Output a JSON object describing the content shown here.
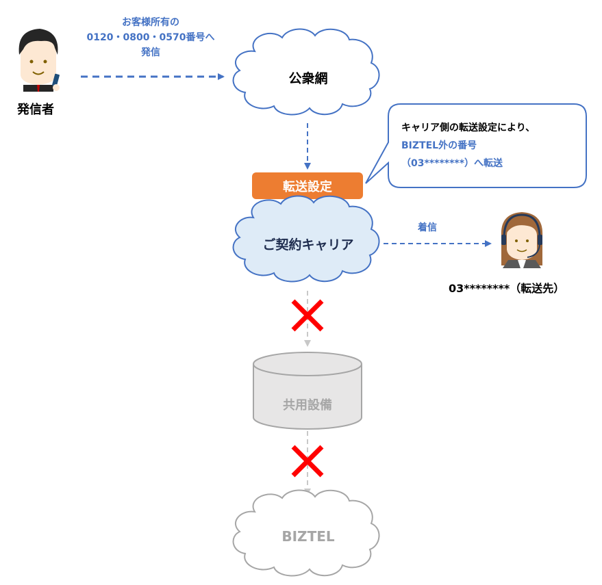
{
  "caller": {
    "label": "発信者",
    "icon": "businessman-phone-icon"
  },
  "call_out": {
    "lines": [
      "お客様所有の",
      "0120・0800・0570番号へ",
      "発信"
    ]
  },
  "public_network": {
    "label": "公衆網",
    "icon": "cloud-icon"
  },
  "forward_setting": {
    "label": "転送設定",
    "color": "#ed7d31"
  },
  "callout_bubble": {
    "line1": "キャリア側の転送設定により、",
    "line2": "BIZTEL外の番号",
    "line3": "（03********）へ転送"
  },
  "carrier": {
    "label": "ご契約キャリア",
    "fill": "#deebf7",
    "icon": "cloud-icon"
  },
  "incoming": {
    "label": "着信"
  },
  "destination": {
    "label": "03********（転送先）",
    "icon": "operator-headset-icon"
  },
  "shared_equipment": {
    "label": "共用設備",
    "icon": "database-cylinder-icon"
  },
  "biztel": {
    "label": "BIZTEL",
    "icon": "cloud-icon"
  },
  "colors": {
    "accent_blue": "#4472c4",
    "blocked_red": "#ff0000",
    "disabled_grey": "#a6a6a6"
  }
}
